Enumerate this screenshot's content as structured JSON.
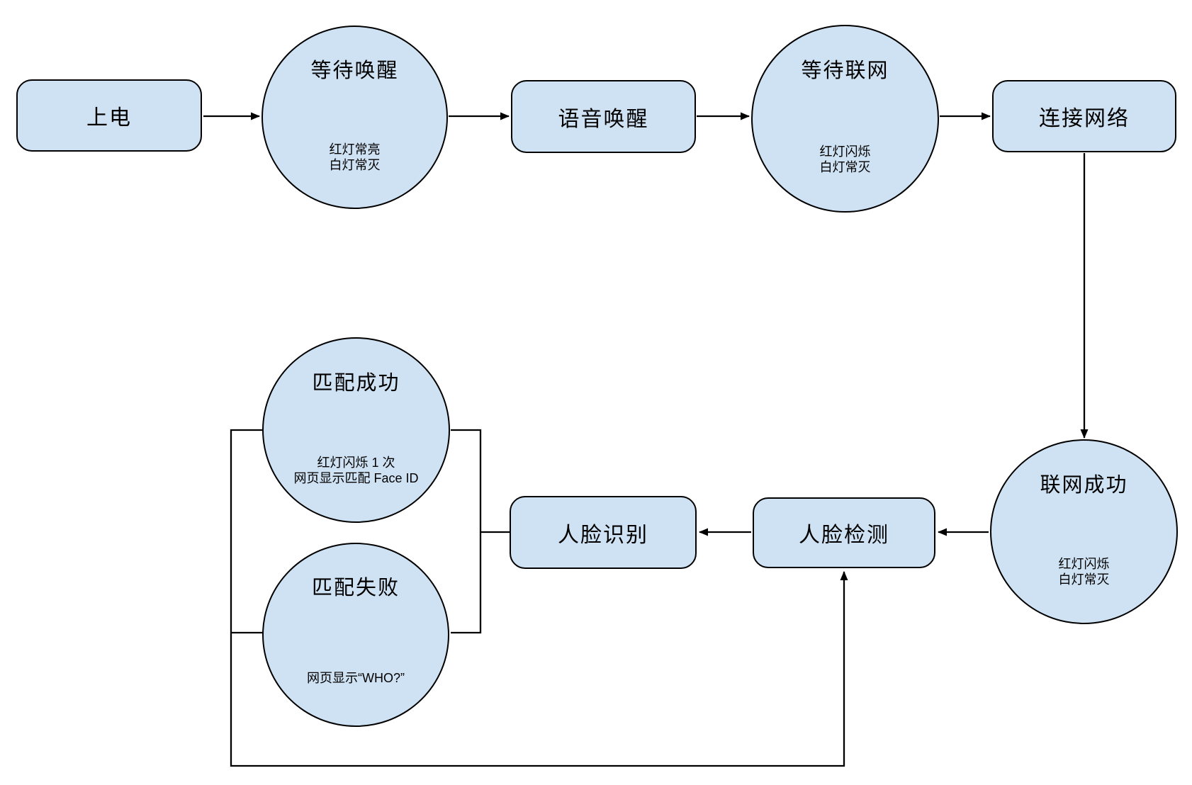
{
  "diagram": {
    "colors": {
      "background": "#ffffff",
      "node_fill": "#cfe2f3",
      "node_border": "#000000",
      "line": "#000000"
    },
    "nodes": {
      "power_on": {
        "label": "上电"
      },
      "wait_wake": {
        "label": "等待唤醒",
        "note_line1": "红灯常亮",
        "note_line2": "白灯常灭"
      },
      "voice_wake": {
        "label": "语音唤醒"
      },
      "wait_network": {
        "label": "等待联网",
        "note_line1": "红灯闪烁",
        "note_line2": "白灯常灭"
      },
      "connect_network": {
        "label": "连接网络"
      },
      "network_success": {
        "label": "联网成功",
        "note_line1": "红灯闪烁",
        "note_line2": "白灯常灭"
      },
      "face_detect": {
        "label": "人脸检测"
      },
      "face_recognize": {
        "label": "人脸识别"
      },
      "match_success": {
        "label": "匹配成功",
        "note_line1": "红灯闪烁 1 次",
        "note_line2": "网页显示匹配 Face ID"
      },
      "match_fail": {
        "label": "匹配失败",
        "note_line1": "网页显示“WHO?”"
      }
    },
    "edges": [
      {
        "from": "power_on",
        "to": "wait_wake",
        "type": "arrow"
      },
      {
        "from": "wait_wake",
        "to": "voice_wake",
        "type": "arrow"
      },
      {
        "from": "voice_wake",
        "to": "wait_network",
        "type": "arrow"
      },
      {
        "from": "wait_network",
        "to": "connect_network",
        "type": "arrow"
      },
      {
        "from": "connect_network",
        "to": "network_success",
        "type": "arrow"
      },
      {
        "from": "network_success",
        "to": "face_detect",
        "type": "arrow"
      },
      {
        "from": "face_detect",
        "to": "face_recognize",
        "type": "arrow"
      },
      {
        "from": "face_recognize",
        "to": "match_success",
        "type": "line"
      },
      {
        "from": "face_recognize",
        "to": "match_fail",
        "type": "line"
      },
      {
        "from": "match_success",
        "to": "face_detect",
        "type": "arrow"
      },
      {
        "from": "match_fail",
        "to": "face_detect",
        "type": "arrow"
      }
    ]
  }
}
